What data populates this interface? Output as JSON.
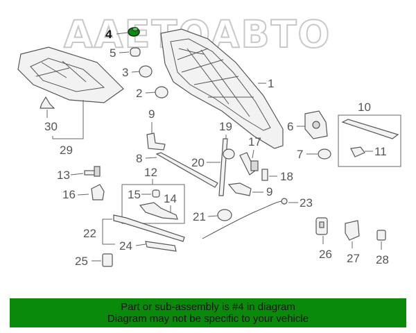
{
  "watermark": "AAETOABTO",
  "callouts": {
    "c1": "1",
    "c2": "2",
    "c3": "3",
    "c4": "4",
    "c5": "5",
    "c6": "6",
    "c7": "7",
    "c8": "8",
    "c9a": "9",
    "c9b": "9",
    "c10": "10",
    "c11": "11",
    "c12": "12",
    "c13": "13",
    "c14": "14",
    "c15": "15",
    "c16": "16",
    "c17": "17",
    "c18": "18",
    "c19": "19",
    "c20": "20",
    "c21": "21",
    "c22": "22",
    "c23": "23",
    "c24": "24",
    "c25": "25",
    "c26": "26",
    "c27": "27",
    "c28": "28",
    "c29": "29",
    "c30": "30"
  },
  "highlight_color": "#0a8a0a",
  "banner": {
    "line1": "Part or sub-assembly is #4 in diagram",
    "line2": "Diagram may not be specific to your vehicle"
  }
}
